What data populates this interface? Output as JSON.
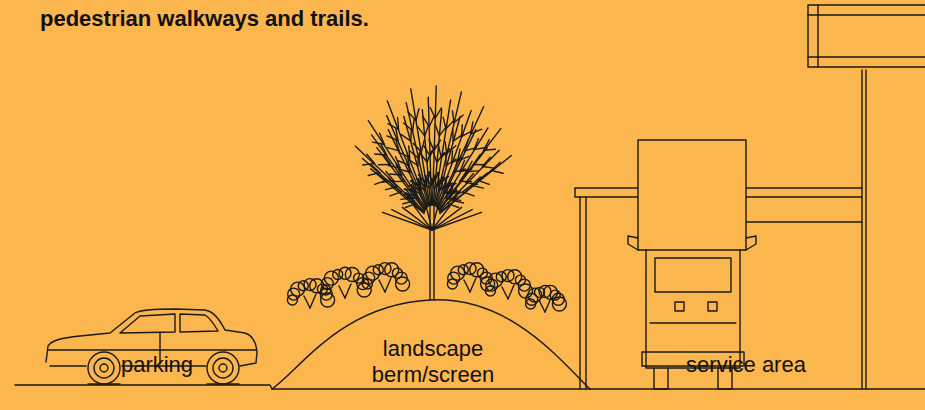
{
  "diagram": {
    "labels": [
      "pedestrian walkways and trails.",
      "parking",
      "landscape berm/screen",
      "service area"
    ]
  }
}
